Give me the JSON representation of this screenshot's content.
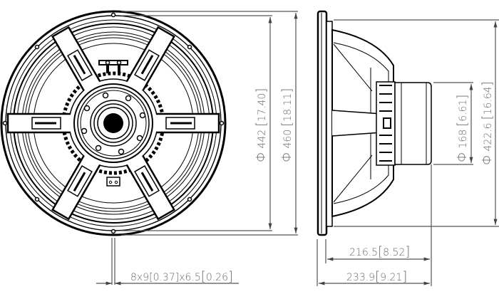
{
  "drawing": {
    "type": "loudspeaker-technical-drawing",
    "front_view": {
      "outer_diameter_mm": "460",
      "outer_diameter_in": "18.11",
      "baffle_cutout_mm": "442",
      "baffle_cutout_in": "17.40",
      "mounting_holes": {
        "label_prefix": "8x9",
        "hole_in": "0.37",
        "x": "x6.5",
        "slot_in": "0.26",
        "count": 8
      }
    },
    "side_view": {
      "magnet_diameter_mm": "168",
      "magnet_diameter_in": "6.61",
      "frame_diameter_mm": "422.6",
      "frame_diameter_in": "16.64",
      "depth_from_mount_mm": "216.5",
      "depth_from_mount_in": "8.52",
      "overall_depth_mm": "233.9",
      "overall_depth_in": "9.21"
    },
    "diameter_symbol": "Φ",
    "colors": {
      "line": "#000000",
      "dimension_line": "#555555",
      "dimension_text": "#6a6a6a"
    }
  }
}
